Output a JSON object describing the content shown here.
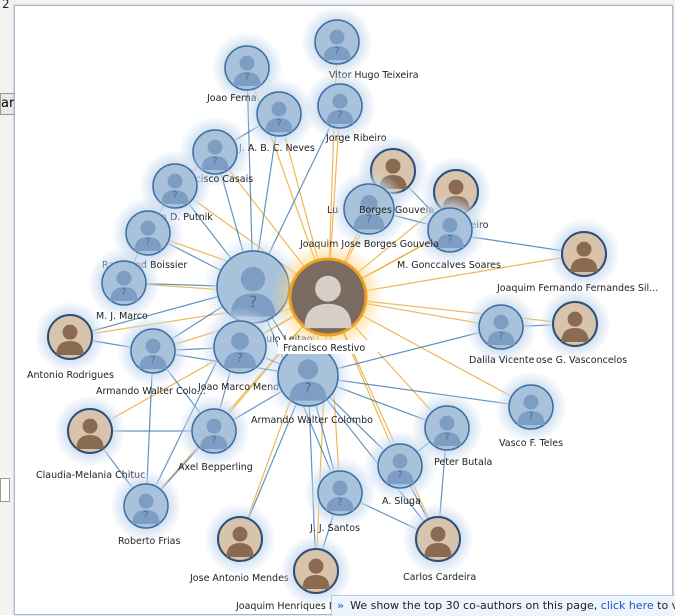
{
  "background": {
    "top_left_char": "2",
    "button_label": "ar"
  },
  "graph": {
    "center": {
      "name": "Francisco Restivo"
    },
    "nodes": [
      {
        "id": "vitor",
        "name": "Vitor Hugo Teixeira",
        "photo": false
      },
      {
        "id": "joao_f",
        "name": "Joao Ferna",
        "photo": false
      },
      {
        "id": "jorge",
        "name": "Jorge Ribeiro",
        "photo": false
      },
      {
        "id": "jabc",
        "name": "J. A. B. C. Neves",
        "photo": false
      },
      {
        "id": "casais",
        "name": "Francisco Casais",
        "photo": false
      },
      {
        "id": "luis",
        "name": "Lu",
        "photo": true
      },
      {
        "id": "borges2",
        "name": "Borges Gouveia",
        "photo": false
      },
      {
        "id": "carvalheiro",
        "name": "alheiro",
        "photo": true
      },
      {
        "id": "putnik",
        "name": "Goran D. Putnik",
        "photo": false
      },
      {
        "id": "jjbg",
        "name": "Joaquim Jose Borges Gouveia",
        "photo": false
      },
      {
        "id": "boissier",
        "name": "Raymond Boissier",
        "photo": false
      },
      {
        "id": "mgs",
        "name": "M. Gonccalves Soares",
        "photo": false
      },
      {
        "id": "jffs",
        "name": "Joaquim Fernando Fernandes Sil...",
        "photo": true
      },
      {
        "id": "marco",
        "name": "M. J. Marco",
        "photo": false
      },
      {
        "id": "leitao",
        "name": "Paulo Leitao",
        "photo": false
      },
      {
        "id": "rodrigues",
        "name": "Antonio Rodrigues",
        "photo": true
      },
      {
        "id": "awc1",
        "name": "Armando Walter Colo...",
        "photo": false
      },
      {
        "id": "mendes_jm",
        "name": "Joao Marco Mende",
        "photo": false
      },
      {
        "id": "dalila",
        "name": "Dalila Vicente",
        "photo": false
      },
      {
        "id": "vasconcelos",
        "name": "ose G. Vasconcelos",
        "photo": true
      },
      {
        "id": "awc2",
        "name": "Armando Walter Colombo",
        "photo": false
      },
      {
        "id": "teles",
        "name": "Vasco F. Teles",
        "photo": false
      },
      {
        "id": "chituc",
        "name": "Claudia-Melania Chituc",
        "photo": true
      },
      {
        "id": "bepperling",
        "name": "Axel Bepperling",
        "photo": false
      },
      {
        "id": "butala",
        "name": "Peter Butala",
        "photo": false
      },
      {
        "id": "sluga",
        "name": "A. Sluga",
        "photo": false
      },
      {
        "id": "frias",
        "name": "Roberto Frias",
        "photo": false
      },
      {
        "id": "santos",
        "name": "J. J. Santos",
        "photo": false
      },
      {
        "id": "cardeira",
        "name": "Carlos Cardeira",
        "photo": true
      },
      {
        "id": "mendes_ja",
        "name": "Jose Antonio Mendes",
        "photo": true
      },
      {
        "id": "jhd",
        "name": "Joaquim Henriques De",
        "photo": true
      }
    ]
  },
  "footer": {
    "arrow": "»",
    "text": "We show the top 30 co-authors on this page,",
    "link": "click here",
    "text_after": "to view"
  },
  "colors": {
    "edge_blue": "#3c78b0",
    "edge_orange": "#e8a020",
    "node_fill": "#a9c2dc",
    "node_stroke": "#3b6fa3",
    "center_ring": "#f0a020"
  }
}
